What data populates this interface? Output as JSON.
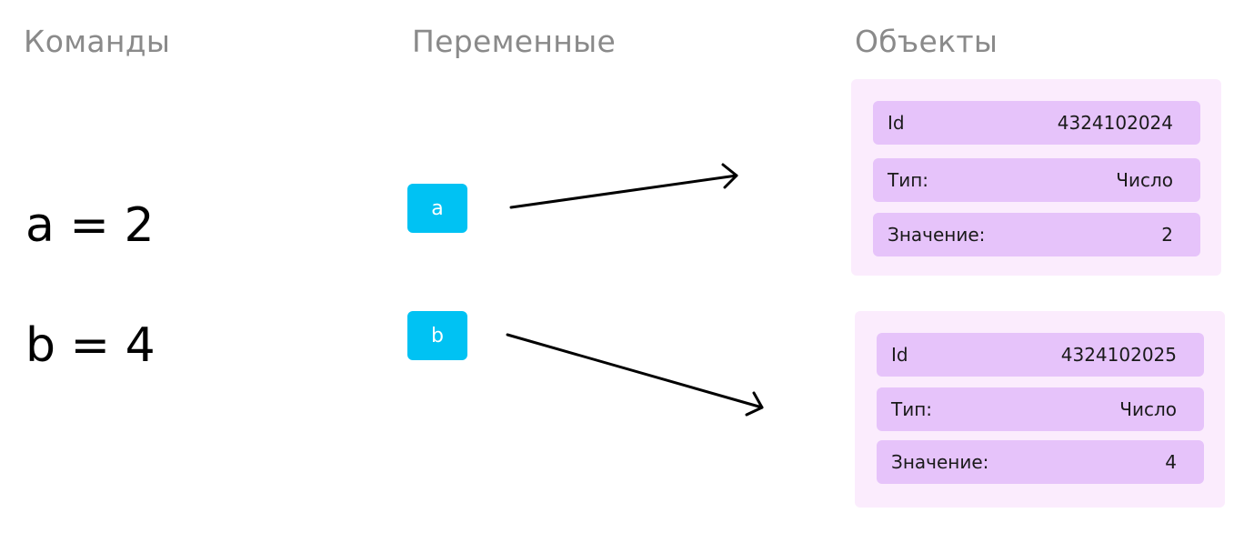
{
  "headers": {
    "commands": "Команды",
    "variables": "Переменные",
    "objects": "Объекты"
  },
  "commands": [
    {
      "text": "a = 2"
    },
    {
      "text": "b = 4"
    }
  ],
  "variables": [
    {
      "name": "a"
    },
    {
      "name": "b"
    }
  ],
  "objects": [
    {
      "id_label": "Id",
      "id_value": "4324102024",
      "type_label": "Тип:",
      "type_value": "Число",
      "value_label": "Значение:",
      "value_value": "2"
    },
    {
      "id_label": "Id",
      "id_value": "4324102025",
      "type_label": "Тип:",
      "type_value": "Число",
      "value_label": "Значение:",
      "value_value": "4"
    }
  ],
  "colors": {
    "variable_box": "#00c2f3",
    "object_card": "#fbecfd",
    "object_row": "#e6c3fa",
    "header_text": "#8a8a8a"
  }
}
